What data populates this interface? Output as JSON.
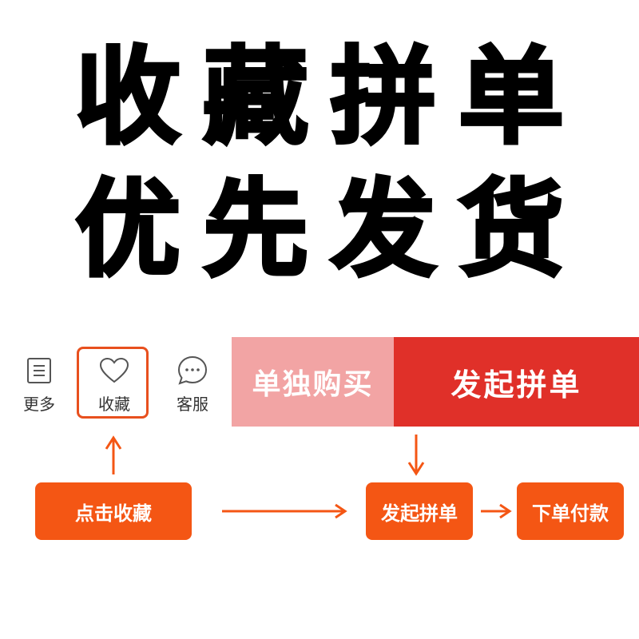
{
  "headline": {
    "line1": "收藏拼单",
    "line2": "优先发货"
  },
  "toolbar": {
    "more": {
      "label": "更多",
      "icon": "list-icon"
    },
    "favorite": {
      "label": "收藏",
      "icon": "heart-icon"
    },
    "service": {
      "label": "客服",
      "icon": "chat-icon"
    },
    "buy_solo_label": "单独购买",
    "start_group_label": "发起拼单"
  },
  "steps": {
    "click_favorite": "点击收藏",
    "start_group": "发起拼单",
    "place_order": "下单付款"
  },
  "colors": {
    "accent": "#f45614",
    "highlight_border": "#e8501e",
    "buy_solo_bg": "#f2a4a4",
    "start_group_bg": "#e03029",
    "text_dark": "#000000"
  }
}
